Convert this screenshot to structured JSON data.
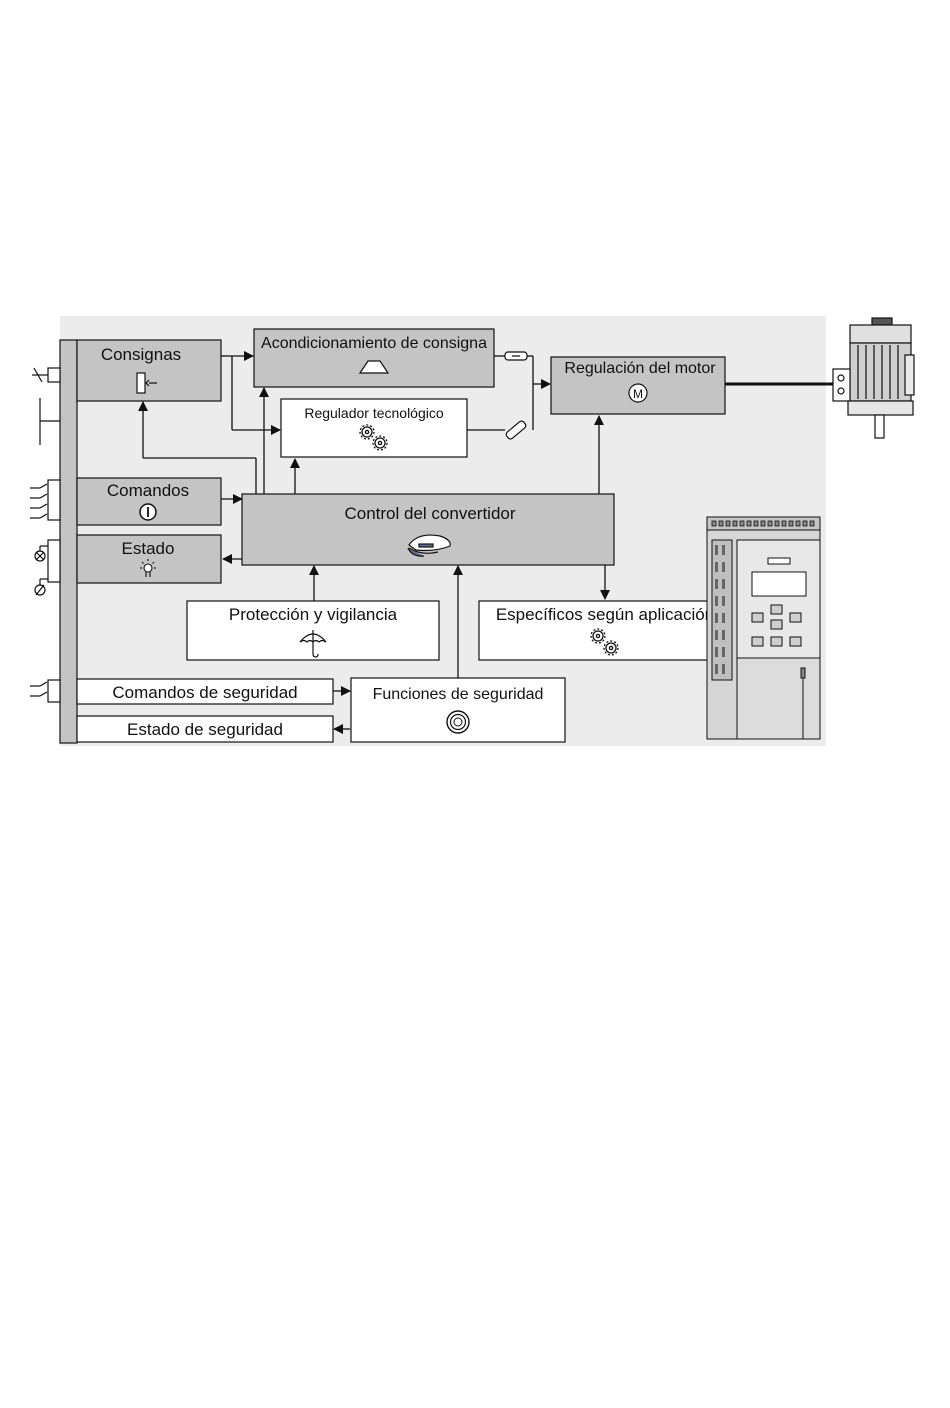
{
  "colors": {
    "background_panel": "#ececec",
    "block_fill": "#c4c4c4",
    "white_block_fill": "#ffffff",
    "line": "#111111"
  },
  "blocks": {
    "consignas": "Consignas",
    "acondicionamiento": "Acondicionamiento de consigna",
    "regulacion_motor": "Regulación del motor",
    "regulador_tecnologico": "Regulador tecnológico",
    "comandos": "Comandos",
    "estado": "Estado",
    "control_convertidor": "Control del convertidor",
    "proteccion_vigilancia": "Protección y vigilancia",
    "especificos_aplicacion": "Específicos según aplicación",
    "comandos_seguridad": "Comandos de seguridad",
    "estado_seguridad": "Estado de seguridad",
    "funciones_seguridad": "Funciones de seguridad"
  },
  "icons": {
    "consignas": "potentiometer-icon",
    "acondicionamiento": "ramp-icon",
    "regulacion_motor": "motor-m-icon",
    "regulador_tecnologico": "gears-icon",
    "comandos": "on-switch-icon",
    "estado": "lamp-icon",
    "control_convertidor": "captain-hat-icon",
    "proteccion_vigilancia": "umbrella-icon",
    "especificos_aplicacion": "gears-icon",
    "funciones_seguridad": "safety-ring-icon",
    "motor": "electric-motor-icon",
    "converter": "frequency-converter-icon"
  }
}
